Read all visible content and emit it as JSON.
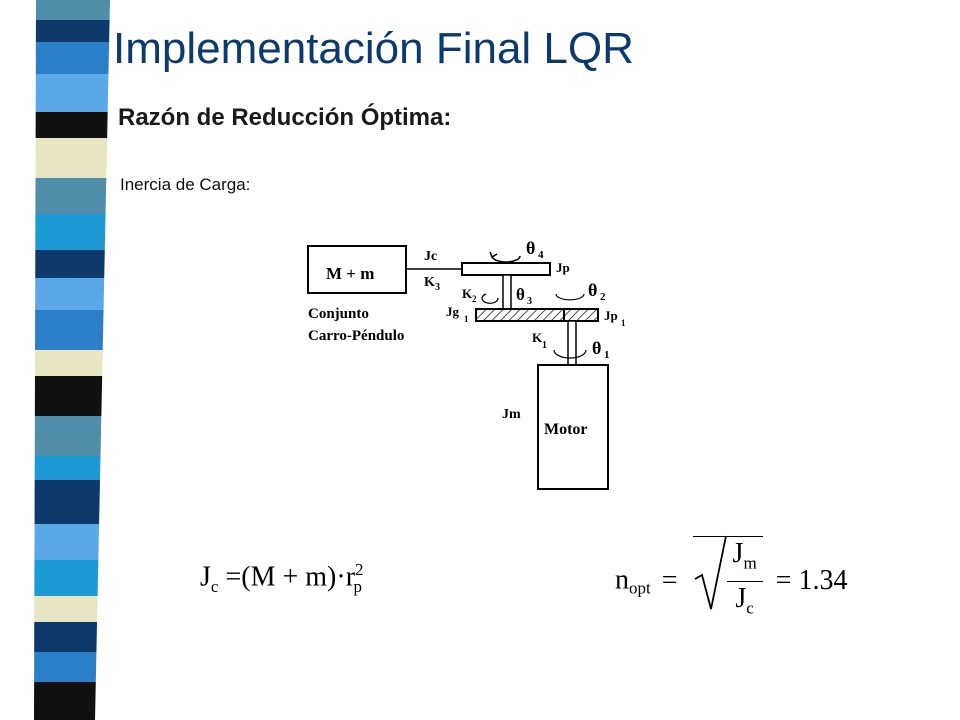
{
  "slide": {
    "title": "Implementación Final LQR",
    "subtitle": "Razón de Reducción Óptima:",
    "bullet_text": "Inercia de Carga:"
  },
  "diagram": {
    "load_box_label": "M + m",
    "load_caption_line1": "Conjunto",
    "load_caption_line2": "Carro-Péndulo",
    "motor_label": "Motor",
    "labels": {
      "jc": "Jc",
      "k3": "K",
      "k3_sub": "3",
      "jp": "Jp",
      "theta4": "θ",
      "theta4_sub": "4",
      "k2": "K",
      "k2_sub": "2",
      "theta3": "θ",
      "theta3_sub": "3",
      "theta2": "θ",
      "theta2_sub": "2",
      "jg1": "Jg",
      "jg1_sub": "1",
      "jp1": "Jp",
      "jp1_sub": "1",
      "k1": "K",
      "k1_sub": "1",
      "theta1": "θ",
      "theta1_sub": "1",
      "jm": "Jm"
    }
  },
  "formulas": {
    "jc": {
      "lhs": "J",
      "lhs_sub": "c",
      "eq": "=",
      "paren": "(M + m)",
      "dot": "·",
      "r": "r",
      "r_sub": "p",
      "r_sup": "2"
    },
    "nopt": {
      "lhs": "n",
      "lhs_sub": "opt",
      "eq": "=",
      "num": "J",
      "num_sub": "m",
      "den": "J",
      "den_sub": "c",
      "eq2": "= 1.34"
    }
  },
  "colors": {
    "title": "#0a3a6e",
    "strip": [
      "#2a7fc8",
      "#0e3a6b",
      "#5aa8e8",
      "#e8e6c2",
      "#111111",
      "#4f8da8",
      "#08283e"
    ]
  }
}
